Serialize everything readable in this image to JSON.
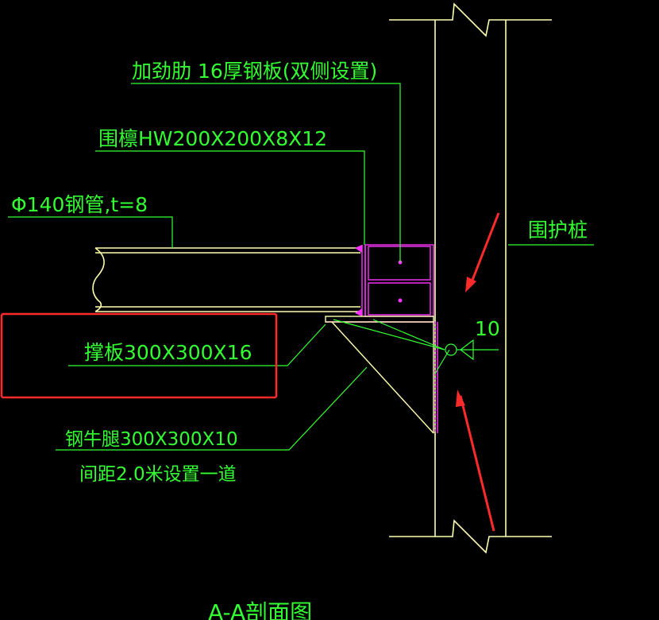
{
  "labels": {
    "stiffener": "加劲肋 16厚钢板(双侧设置)",
    "waling": "围檩HW200X200X8X12",
    "steel_pipe": "Φ140钢管,t=8",
    "retaining_pile": "围护桩",
    "weld_size": "10",
    "brace_plate": "撑板300X300X16",
    "bracket": "钢牛腿300X300X10",
    "spacing": "间距2.0米设置一道",
    "section_title": "A-A剖面图"
  },
  "colors": {
    "background": "#000000",
    "leader_green": "#33ff33",
    "outline_yellow": "#ffffb0",
    "steel_magenta": "#ff33ff",
    "highlight_red": "#ff2a2a"
  }
}
